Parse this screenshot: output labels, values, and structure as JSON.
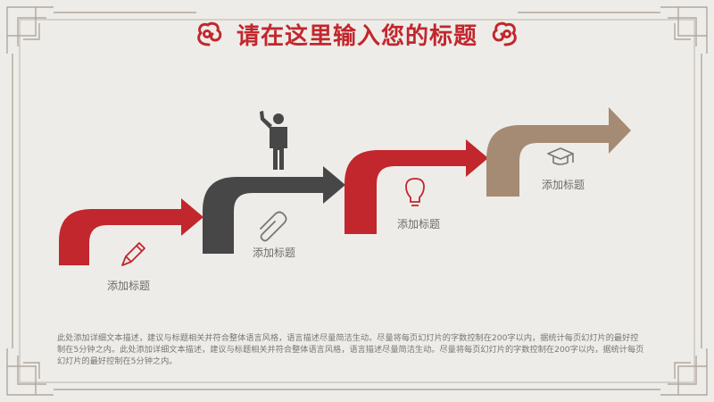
{
  "slide": {
    "title": "请在这里输入您的标题",
    "colors": {
      "red": "#c1272d",
      "dark_gray": "#474747",
      "brown": "#a58b74",
      "background": "#eeece8",
      "frame": "#b0a89e"
    },
    "steps": [
      {
        "label": "添加标题",
        "icon": "pencil-icon",
        "color": "#c1272d"
      },
      {
        "label": "添加标题",
        "icon": "paperclip-icon",
        "color": "#474747"
      },
      {
        "label": "添加标题",
        "icon": "lightbulb-icon",
        "color": "#c1272d"
      },
      {
        "label": "添加标题",
        "icon": "graduation-cap-icon",
        "color": "#a58b74"
      }
    ],
    "figure_icon": "person-pointing-icon",
    "description": "此处添加详细文本描述，建议与标题相关并符合整体语言风格，语言描述尽量简洁生动。尽量将每页幻灯片的字数控制在200字以内，据统计每页幻灯片的最好控制在5分钟之内。此处添加详细文本描述，建议与标题相关并符合整体语言风格，语言描述尽量简洁生动。尽量将每页幻灯片的字数控制在200字以内，据统计每页幻灯片的最好控制在5分钟之内。"
  }
}
